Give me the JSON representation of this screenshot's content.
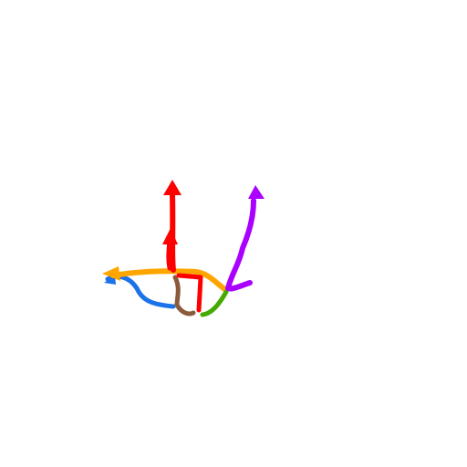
{
  "canvas": {
    "background": "#ffffff"
  },
  "strokes": [
    {
      "name": "blue-stroke",
      "color": "#1a73e8"
    },
    {
      "name": "orange-stroke",
      "color": "#ffa500"
    },
    {
      "name": "brown-stroke",
      "color": "#8b5a3c"
    },
    {
      "name": "red-inner-stroke",
      "color": "#ff0000"
    },
    {
      "name": "green-stroke",
      "color": "#44aa00"
    },
    {
      "name": "purple-stroke",
      "color": "#aa00ff"
    },
    {
      "name": "red-arrow-stroke",
      "color": "#ff0000"
    },
    {
      "name": "red-small-arrow-stroke",
      "color": "#ff0000"
    }
  ],
  "arrowheads": [
    {
      "name": "red-arrowhead",
      "color": "#ff0000"
    },
    {
      "name": "red-small-arrowhead",
      "color": "#ff0000"
    },
    {
      "name": "purple-arrowhead",
      "color": "#aa00ff"
    },
    {
      "name": "orange-arrowhead",
      "color": "#ffa500"
    },
    {
      "name": "blue-arrowhead",
      "color": "#1a73e8"
    }
  ]
}
